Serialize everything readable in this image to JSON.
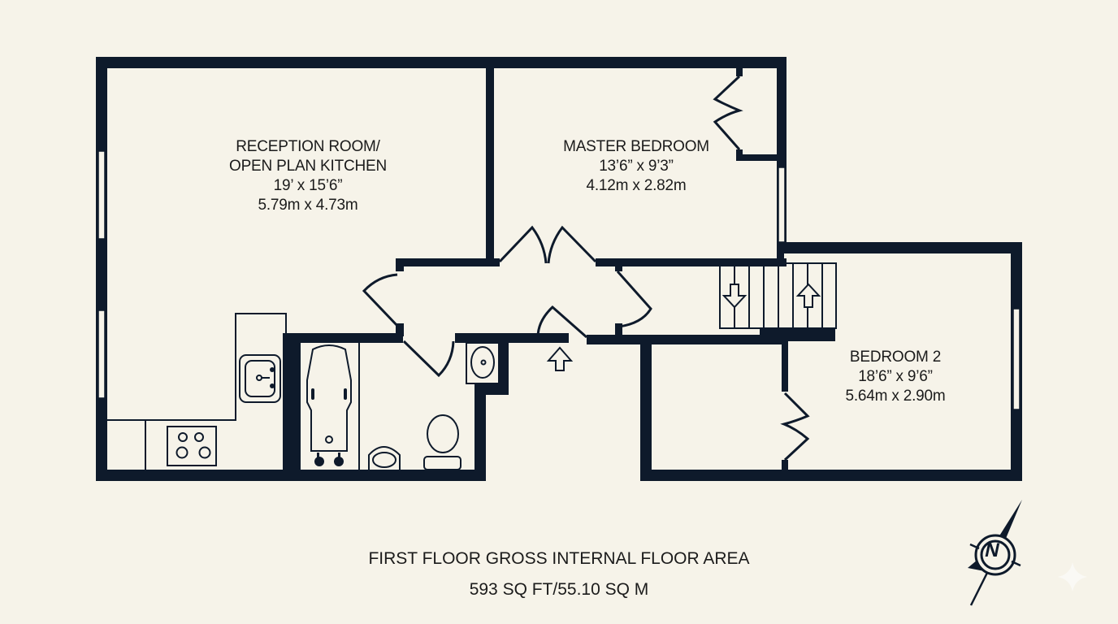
{
  "colors": {
    "background": "#f6f3e9",
    "wall": "#0e1a2b",
    "text": "#1b1b1b"
  },
  "rooms": [
    {
      "name": "RECEPTION ROOM/",
      "name2": "OPEN PLAN KITCHEN",
      "imperial": "19’ x 15’6”",
      "metric": "5.79m x 4.73m"
    },
    {
      "name": "MASTER BEDROOM",
      "imperial": "13’6” x 9’3”",
      "metric": "4.12m x 2.82m"
    },
    {
      "name": "BEDROOM 2",
      "imperial": "18’6” x 9’6”",
      "metric": "5.64m x 2.90m"
    }
  ],
  "footer": {
    "title": "FIRST FLOOR GROSS INTERNAL FLOOR AREA",
    "area": "593 SQ FT/55.10 SQ M"
  },
  "compass": {
    "letter": "N",
    "icon": "north-compass-icon"
  }
}
